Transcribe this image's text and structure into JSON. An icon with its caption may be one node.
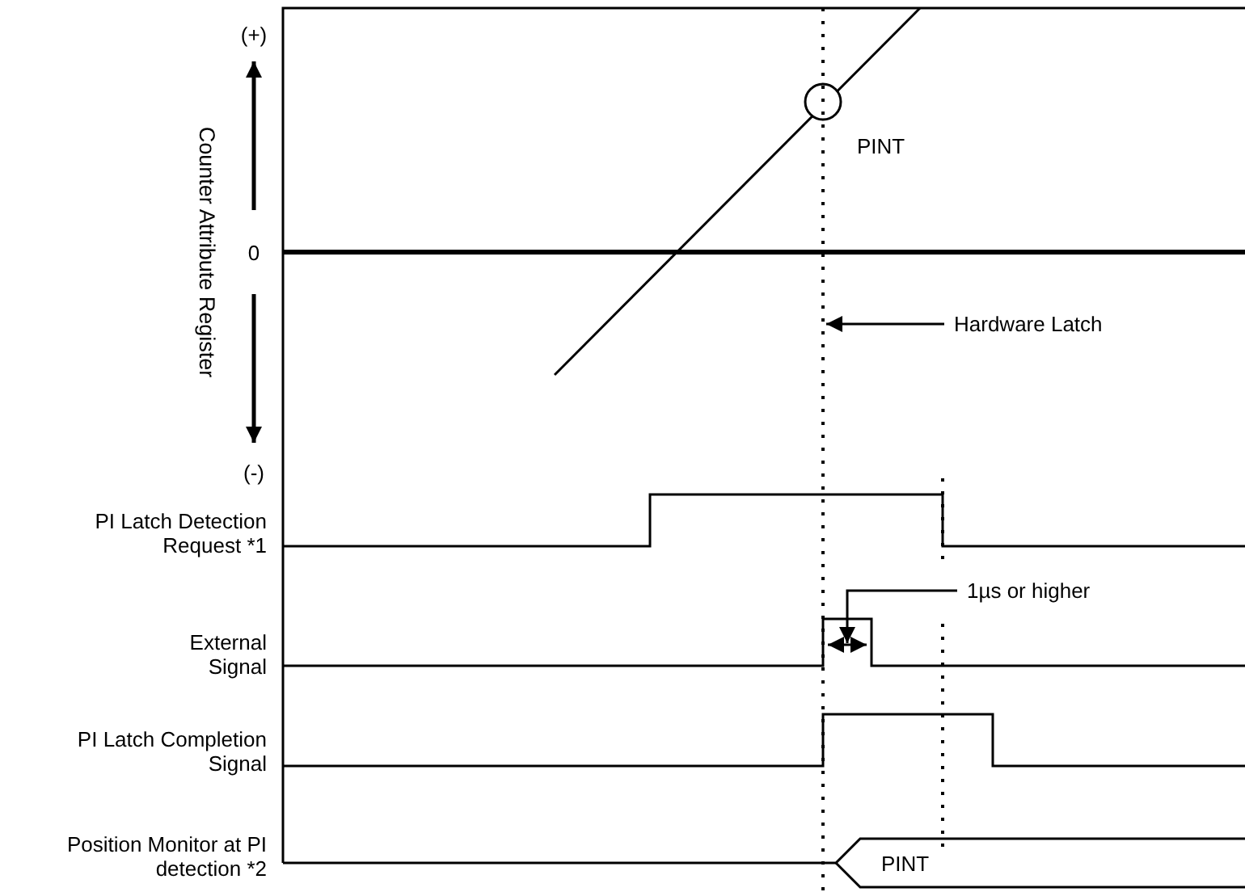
{
  "diagram": {
    "nodes": [
      {
        "text": [
          "Hardware Latch"
        ]
      },
      {
        "text": [
          "1µs or higher"
        ]
      },
      {
        "text": [],
        "shape": "line"
      },
      {
        "text": [],
        "shape": "arrow"
      }
    ],
    "edges": [
      {
        "from": 0,
        "to": 2,
        "arrow": "to"
      },
      {
        "from": 1,
        "to": 3,
        "arrow": "to"
      }
    ],
    "labels": [
      "(+)",
      "Counter Attribute Register",
      "0",
      "PINT",
      "(-)",
      "PI Latch Detection Request *1",
      "External Signal",
      "PI Latch Completion Signal",
      "Position Monitor at PI detection *2",
      "PINT"
    ]
  }
}
